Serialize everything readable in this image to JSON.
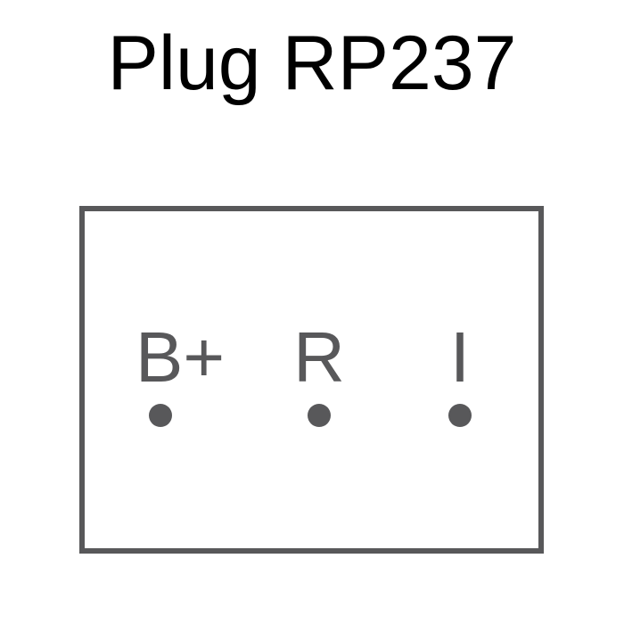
{
  "title": "Plug RP237",
  "colors": {
    "line": "#58585a",
    "title": "#000000",
    "background": "#ffffff"
  },
  "pins": [
    {
      "label": "B+"
    },
    {
      "label": "R"
    },
    {
      "label": "I"
    }
  ]
}
